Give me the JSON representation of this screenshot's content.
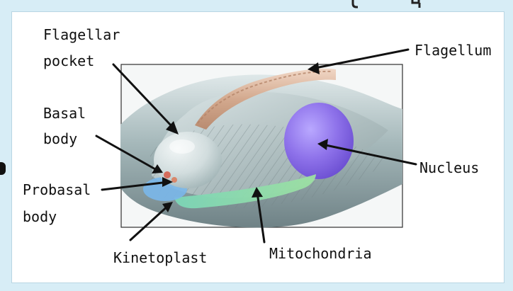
{
  "labels": {
    "flagellar_pocket_line1": "Flagellar",
    "flagellar_pocket_line2": "pocket",
    "flagellum": "Flagellum",
    "basal_body_line1": "Basal",
    "basal_body_line2": "body",
    "probasal_body_line1": "Probasal",
    "probasal_body_line2": "body",
    "nucleus": "Nucleus",
    "kinetoplast": "Kinetoplast",
    "mitochondria": "Mitochondria"
  },
  "colors": {
    "cell_body": "#b7c8c9",
    "flagellum": "#d6b39d",
    "nucleus": "#8d6ee8",
    "mitochondria": "#7fd7a7",
    "kinetoplast": "#7ab7ea",
    "basal_body": "#d56b5b",
    "pocket": "#dce8ea",
    "background": "#d7edf6"
  }
}
